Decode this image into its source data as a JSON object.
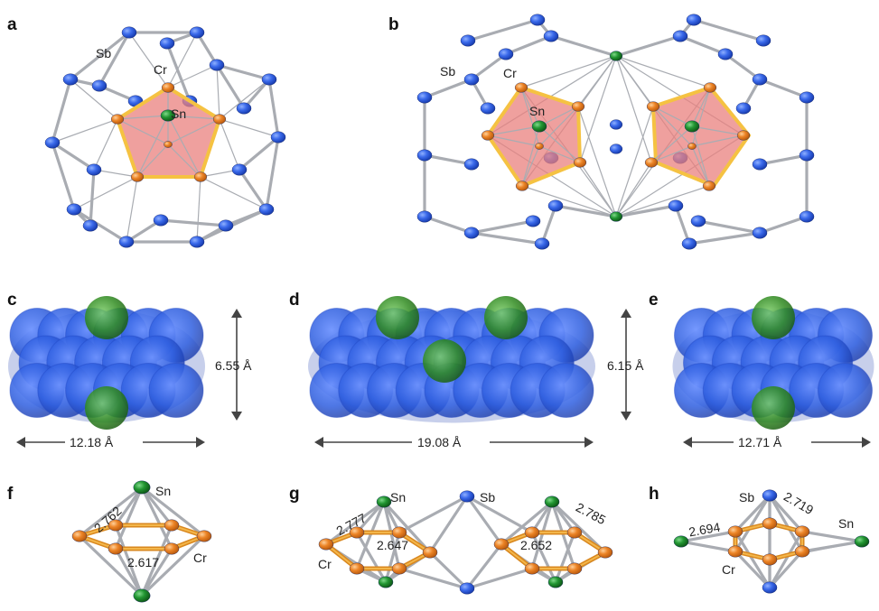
{
  "panels": {
    "a": {
      "label": "a",
      "atoms": {
        "sb": "Sb",
        "cr": "Cr",
        "sn": "Sn"
      }
    },
    "b": {
      "label": "b",
      "atoms": {
        "sb": "Sb",
        "cr": "Cr",
        "sn": "Sn"
      }
    },
    "c": {
      "label": "c",
      "width": "12.18 Å",
      "height": "6.55 Å"
    },
    "d": {
      "label": "d",
      "width": "19.08 Å",
      "height": "6.15 Å"
    },
    "e": {
      "label": "e",
      "width": "12.71 Å"
    },
    "f": {
      "label": "f",
      "sn": "Sn",
      "cr": "Cr",
      "d1": "2.762",
      "d2": "2.617"
    },
    "g": {
      "label": "g",
      "sn": "Sn",
      "sb": "Sb",
      "cr": "Cr",
      "d1": "2.777",
      "d2": "2.647",
      "d3": "2.652",
      "d4": "2.785"
    },
    "h": {
      "label": "h",
      "sb": "Sb",
      "sn": "Sn",
      "cr": "Cr",
      "d1": "2.694",
      "d2": "2.719"
    }
  },
  "colors": {
    "sb": "#2f5fe0",
    "cr": "#e07a1c",
    "sn": "#1f8a2a",
    "bond": "#a9acb2",
    "polyhedron": "#e9807e"
  }
}
